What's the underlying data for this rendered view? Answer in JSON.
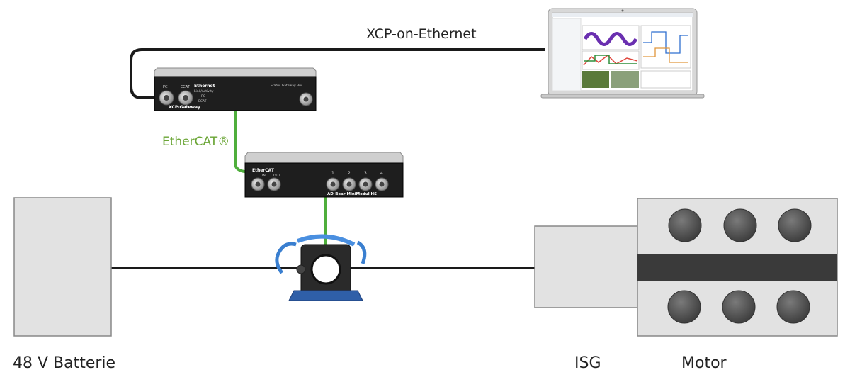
{
  "labels": {
    "protocol": "XCP-on-Ethernet",
    "fieldbus": "EtherCAT®",
    "battery": "48 V Batterie",
    "isg": "ISG",
    "motor": "Motor"
  },
  "gateway": {
    "port_pc": "PC",
    "port_ecat": "ECAT",
    "title": "Ethernet",
    "status_title": "Link/Activity",
    "status_pc": "PC",
    "status_ecat": "ECAT",
    "status_right": "Status Gateway Bus",
    "brand": "XCP-Gateway"
  },
  "module": {
    "title": "EtherCAT",
    "in": "IN",
    "out": "OUT",
    "channels": [
      "1",
      "2",
      "3",
      "4"
    ],
    "brand": "AD-Bear MiniModul HS"
  },
  "colors": {
    "cable_black": "#1a1a1a",
    "cable_green": "#4fae3c",
    "fieldbus_text": "#6aa535",
    "block_fill": "#e2e2e2",
    "block_stroke": "#888888",
    "cylinder": "#5a5a5a",
    "sensor_blue": "#2f5fa8"
  },
  "icons": [
    "laptop-icon",
    "current-sensor-icon",
    "connector-icon"
  ]
}
